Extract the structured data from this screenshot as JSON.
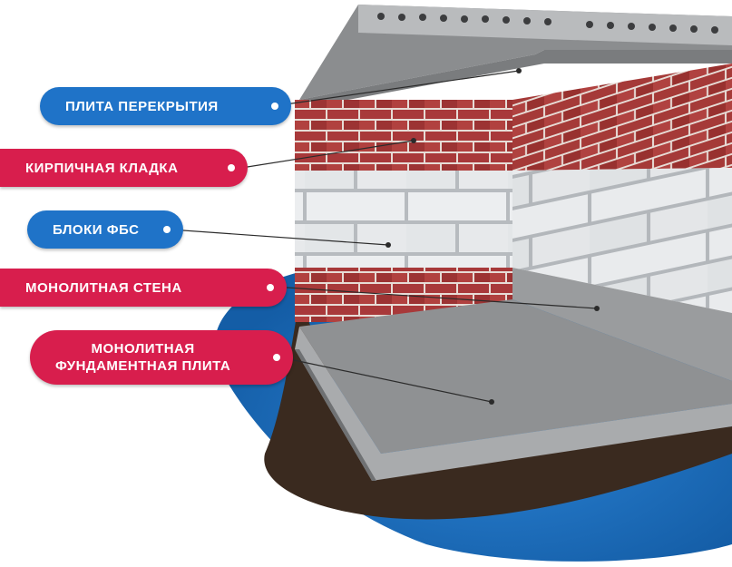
{
  "labels": {
    "floor_slab": "ПЛИТА  ПЕРЕКРЫТИЯ",
    "brickwork": "КИРПИЧНАЯ КЛАДКА",
    "fbs_blocks": "БЛОКИ ФБС",
    "monolithic_wall": "МОНОЛИТНАЯ СТЕНА",
    "foundation_slab_line1": "МОНОЛИТНАЯ",
    "foundation_slab_line2": "ФУНДАМЕНТНАЯ ПЛИТА"
  },
  "colors": {
    "label_blue": "#1f73c8",
    "label_red": "#d81e4d",
    "water": "#1d6fc0",
    "soil": "#3a2a1f",
    "concrete": "#8b8d8f",
    "brick": "#a8393a",
    "fbs_block": "#e8eaec"
  }
}
